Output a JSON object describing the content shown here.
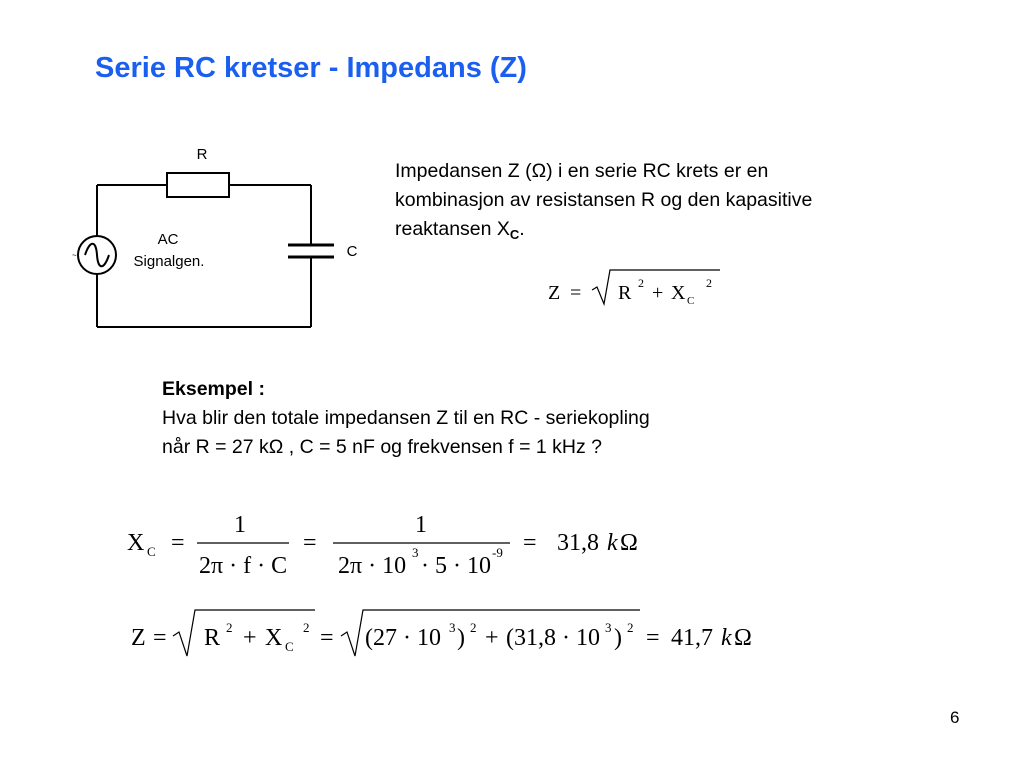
{
  "title": "Serie RC kretser  - Impedans (Z)",
  "circuit": {
    "resistor_label": "R",
    "capacitor_label": "C",
    "source_label_1": "AC",
    "source_label_2": "Signalgen.",
    "source_symbol": "~"
  },
  "intro": {
    "line1": "Impedansen Z (Ω) i en serie RC krets er en",
    "line2": "kombinasjon av resistansen R og den kapasitive",
    "line3_pre": "reaktansen X",
    "line3_sub": "C",
    "line3_post": "."
  },
  "formula1": {
    "lhs": "Z",
    "eq": "=",
    "r": "R",
    "sq1": "2",
    "plus": "+",
    "x": "X",
    "xsub": "C",
    "sq2": "2"
  },
  "example": {
    "heading": "Eksempel :",
    "line1": "Hva blir den totale impedansen Z til en RC  - seriekopling",
    "line2": "når R = 27 kΩ , C = 5 nF og frekvensen f = 1 kHz ?"
  },
  "formula2": {
    "x": "X",
    "xsub": "C",
    "eq": "=",
    "num1": "1",
    "den1": "2π · f · C",
    "eq2": "=",
    "num2": "1",
    "den2_a": "2π · 10",
    "den2_exp1": "3",
    "den2_b": " · 5 · 10",
    "den2_exp2": "-9",
    "eq3": "=",
    "result_num": "31,8",
    "result_k": "k",
    "result_unit": "Ω"
  },
  "formula3": {
    "lhs": "Z",
    "eq": "=",
    "r": "R",
    "sq1": "2",
    "plus": "+",
    "x": "X",
    "xsub": "C",
    "sq2": "2",
    "eq2": "=",
    "inner_a": "(27 · 10",
    "inner_exp1": "3",
    "inner_b": ")",
    "inner_sq1": "2",
    "inner_plus": "+",
    "inner_c": "(31,8 · 10",
    "inner_exp2": "3",
    "inner_d": ")",
    "inner_sq2": "2",
    "eq3": "=",
    "result_num": "41,7",
    "result_k": "k",
    "result_unit": "Ω"
  },
  "page_number": "6"
}
